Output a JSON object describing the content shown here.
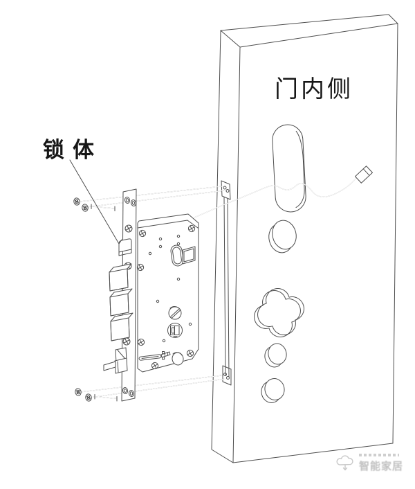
{
  "page": {
    "background": "#ffffff"
  },
  "labels": {
    "lock_body": {
      "text": "锁体"
    },
    "door_inner_side": {
      "text": "门内侧"
    }
  },
  "watermark": {
    "icon": "cloud-icon",
    "text": "智能家居"
  },
  "colors": {
    "line": "#4d4d4d",
    "label_text": "#161616",
    "watermark": "#c2c2c2",
    "background": "#ffffff"
  }
}
